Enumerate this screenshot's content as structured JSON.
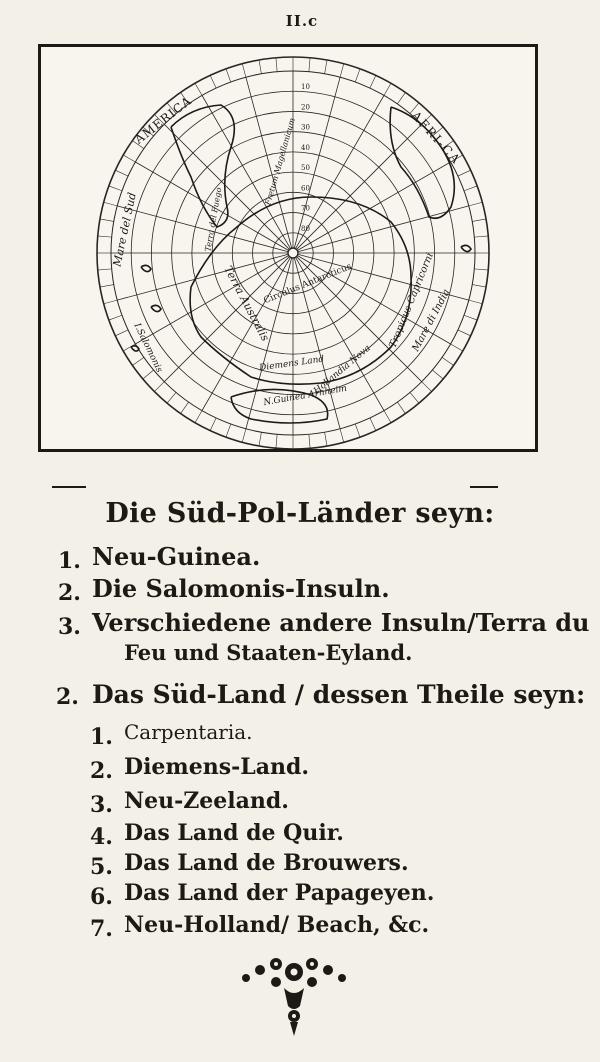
{
  "page_number": "II.c",
  "map": {
    "labels": {
      "america": "AMERICA",
      "africa": "AFRI-CA",
      "mare_del_sud": "Mare del Sud",
      "terra_australis": "Terra Australis",
      "antarctica": "Circulus Antarcticus",
      "tropicus": "Tropicus Capricorni",
      "mare_di_india": "Mare di India",
      "diemens": "Diemens Land",
      "hollandia": "Hollandia Nova",
      "arnheim": "N.Guinea Arnheim",
      "salomonis": "I.Salomonis",
      "fuego": "Terra del Fuego",
      "magellanicum": "Fretum Magellanicum"
    },
    "latitude_ticks": [
      "10",
      "20",
      "30",
      "40",
      "50",
      "60",
      "70",
      "80"
    ]
  },
  "heading": "Die Süd-Pol-Länder seyn:",
  "section1": [
    {
      "num": "1.",
      "text": "Neu-Guinea."
    },
    {
      "num": "2.",
      "text": "Die Salomonis-Insuln."
    },
    {
      "num": "3.",
      "text": "Verschiedene andere Insuln/Terra du"
    },
    {
      "num": "",
      "text": "Feu und Staaten-Eyland."
    }
  ],
  "section2_title": {
    "num": "2.",
    "text": "Das Süd-Land / dessen Theile seyn:"
  },
  "section2": [
    {
      "num": "1.",
      "text": "Carpentaria."
    },
    {
      "num": "2.",
      "text": "Diemens-Land."
    },
    {
      "num": "3.",
      "text": "Neu-Zeeland."
    },
    {
      "num": "4.",
      "text": "Das Land de Quir."
    },
    {
      "num": "5.",
      "text": "Das Land de Brouwers."
    },
    {
      "num": "6.",
      "text": "Das Land der Papageyen."
    },
    {
      "num": "7.",
      "text": "Neu-Holland/ Beach, &c."
    }
  ]
}
